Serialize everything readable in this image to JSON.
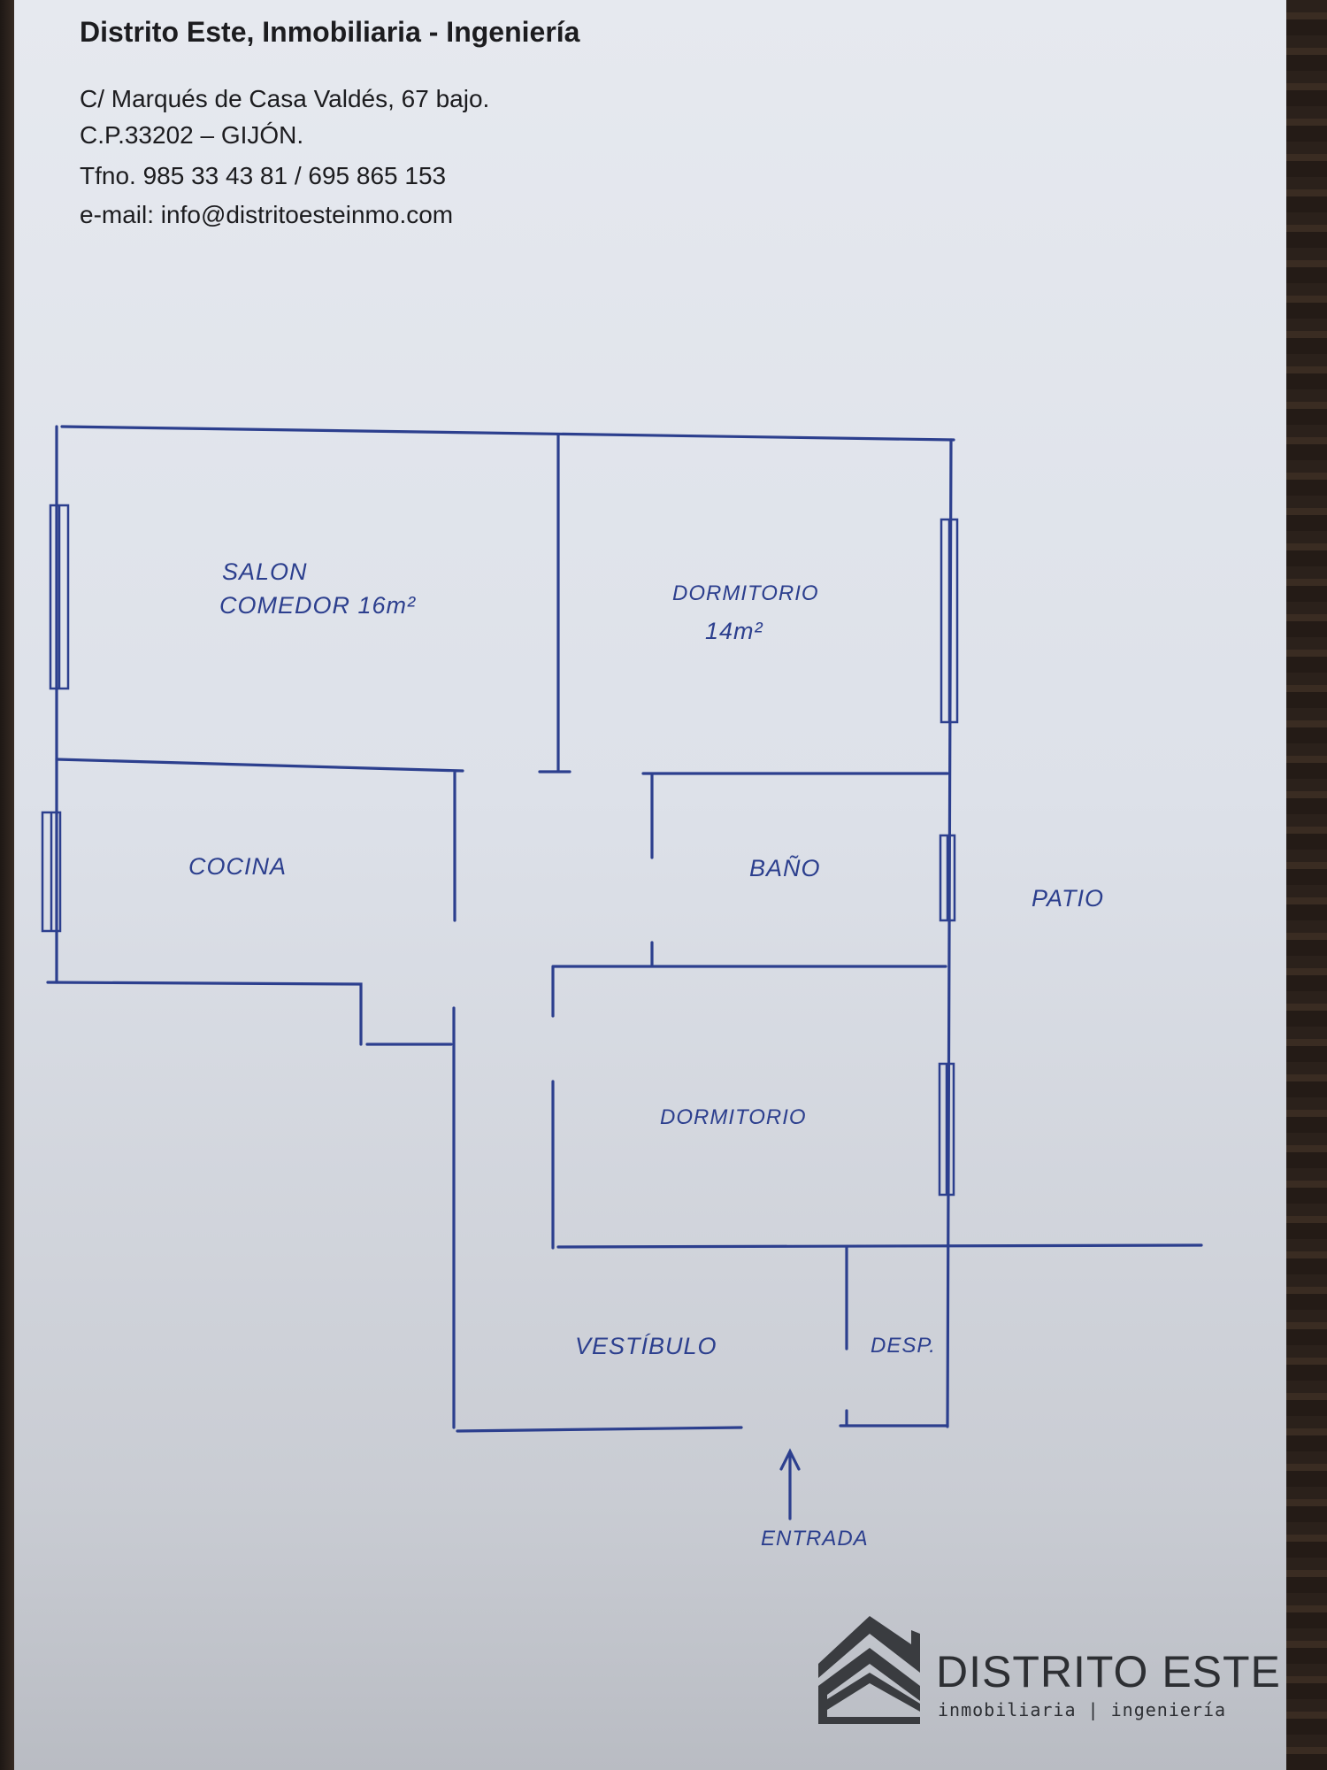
{
  "header": {
    "company": "Distrito Este, Inmobiliaria - Ingeniería",
    "address": "C/ Marqués de Casa Valdés, 67 bajo.",
    "postal": "C.P.33202 – GIJÓN.",
    "phone": "Tfno. 985 33 43 81 / 695 865 153",
    "email": "e-mail: info@distritoesteinmo.com"
  },
  "floorplan": {
    "rooms": {
      "salon": "SALON",
      "comedor": "COMEDOR 16m²",
      "dormitorio1": "DORMITORIO",
      "dormitorio1_area": "14m²",
      "cocina": "COCINA",
      "bano": "BAÑO",
      "patio": "PATIO",
      "dormitorio2": "DORMITORIO",
      "vestibulo": "VESTÍBULO",
      "despacho": "DESP.",
      "entrada": "ENTRADA"
    },
    "ink_color": "#2c3f8e"
  },
  "logo": {
    "name": "DISTRITO ESTE",
    "tagline": "inmobiliaria | ingeniería"
  }
}
